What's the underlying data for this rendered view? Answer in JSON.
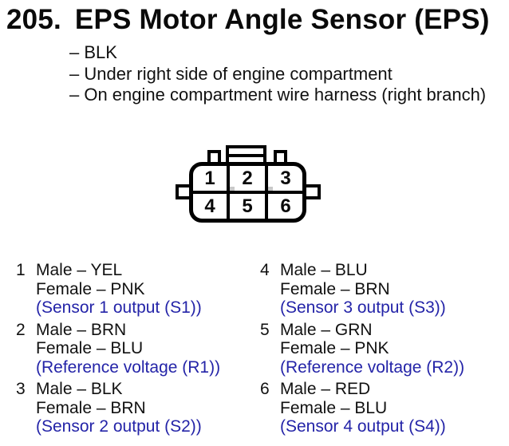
{
  "colors": {
    "background": "#ffffff",
    "text": "#111111",
    "diagram_line": "#000000",
    "signal_blue": "#2424a8"
  },
  "header": {
    "number": "205.",
    "title": "EPS Motor Angle Sensor (EPS)"
  },
  "notes": [
    "– BLK",
    "– Under right side of engine compartment",
    "– On engine compartment wire harness (right branch)"
  ],
  "connector": {
    "pins": [
      "1",
      "2",
      "3",
      "4",
      "5",
      "6"
    ]
  },
  "pin_details": [
    {
      "pin": "1",
      "male": "Male – YEL",
      "female": "Female – PNK",
      "signal": "(Sensor 1 output (S1))"
    },
    {
      "pin": "2",
      "male": "Male – BRN",
      "female": "Female – BLU",
      "signal": "(Reference voltage (R1))"
    },
    {
      "pin": "3",
      "male": "Male – BLK",
      "female": "Female – BRN",
      "signal": "(Sensor 2 output (S2))"
    },
    {
      "pin": "4",
      "male": "Male – BLU",
      "female": "Female – BRN",
      "signal": "(Sensor 3 output (S3))"
    },
    {
      "pin": "5",
      "male": "Male – GRN",
      "female": "Female – PNK",
      "signal": "(Reference voltage (R2))"
    },
    {
      "pin": "6",
      "male": "Male – RED",
      "female": "Female – BLU",
      "signal": "(Sensor 4 output (S4))"
    }
  ]
}
